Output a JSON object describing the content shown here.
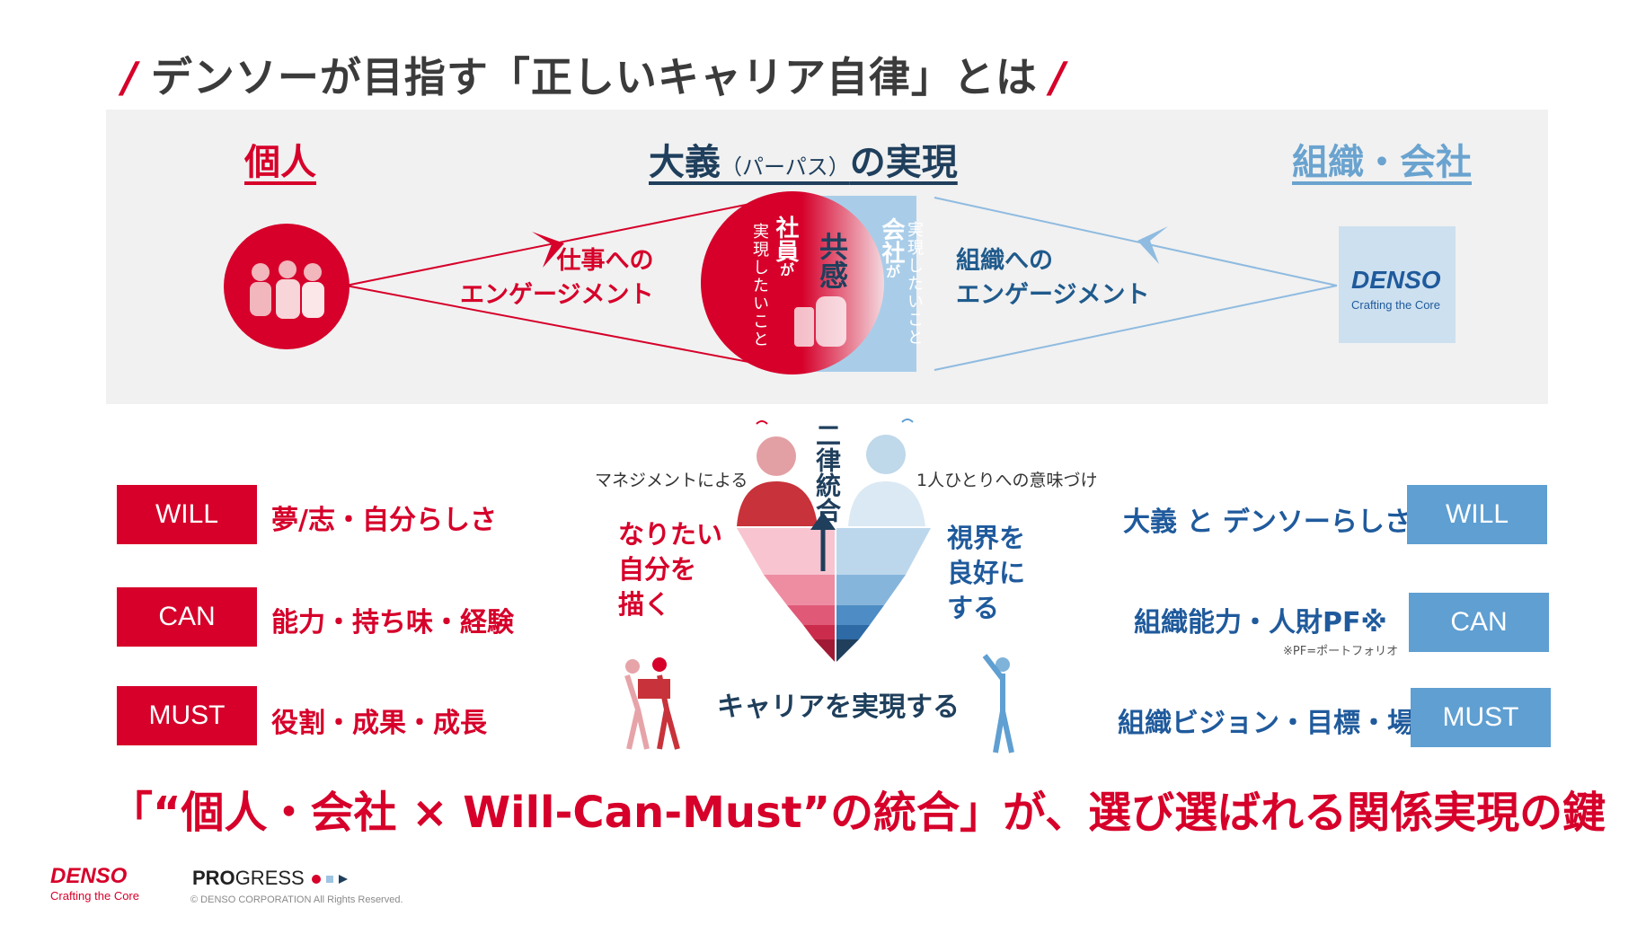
{
  "title": {
    "slash": "/",
    "text": "デンソーが目指す「正しいキャリア自律」とは"
  },
  "top": {
    "left_heading": "個人",
    "mid_heading_a": "大義",
    "mid_heading_paren": "（パーパス）",
    "mid_heading_b": "の実現",
    "right_heading": "組織・会社",
    "left_engagement": [
      "仕事への",
      "エンゲージメント"
    ],
    "right_engagement": [
      "組織への",
      "エンゲージメント"
    ],
    "circle_left_main": "社員",
    "circle_left_ga": "が",
    "circle_left_sub": "実現したいこと",
    "circle_center": "共感",
    "circle_right_main": "会社",
    "circle_right_ga": "が",
    "circle_right_sub": "実現したいこと",
    "logo_word": "DENSO",
    "logo_tag": "Crafting the Core"
  },
  "left_list": [
    {
      "tag": "WILL",
      "text": "夢/志・自分らしさ"
    },
    {
      "tag": "CAN",
      "text": "能力・持ち味・経験"
    },
    {
      "tag": "MUST",
      "text": "役割・成果・成長"
    }
  ],
  "right_list": [
    {
      "tag": "WILL",
      "text": "大義 と デンソーらしさ"
    },
    {
      "tag": "CAN",
      "text": "組織能力・人財PF※"
    },
    {
      "tag": "MUST",
      "text": "組織ビジョン・目標・場"
    }
  ],
  "right_note": "※PF=ポートフォリオ",
  "center": {
    "management": "マネジメントによる",
    "meaning": "1人ひとりへの意味づけ",
    "niritsu": "二律統合",
    "left_big": [
      "なりたい",
      "自分を",
      "描く"
    ],
    "right_big": [
      "視界を",
      "良好に",
      "する"
    ],
    "career": "キャリアを実現する"
  },
  "bottom": "「“個人・会社 × Will-Can-Must”の統合」が、選び選ばれる関係実現の鍵",
  "footer": {
    "logo_word": "DENSO",
    "logo_tag": "Crafting the Core",
    "progress_a": "PRO",
    "progress_b": "GRESS",
    "copyright": "© DENSO CORPORATION All Rights Reserved."
  },
  "colors": {
    "red": "#d6002a",
    "blue": "#5f9fd2",
    "navy": "#1f3f5c",
    "panel": "#f1f1f1"
  }
}
